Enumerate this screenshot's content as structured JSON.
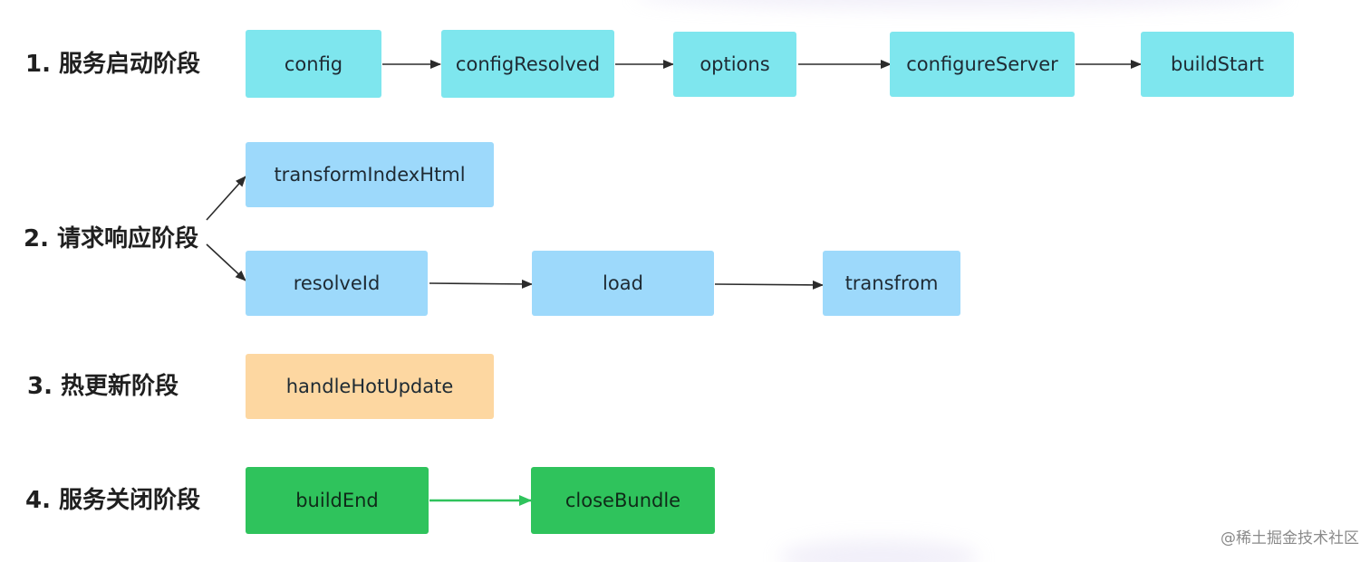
{
  "phases": {
    "startup": {
      "label": "1. 服务启动阶段",
      "nodes": [
        "config",
        "configResolved",
        "options",
        "configureServer",
        "buildStart"
      ]
    },
    "request": {
      "label": "2. 请求响应阶段",
      "nodes": [
        "transformIndexHtml",
        "resolveId",
        "load",
        "transfrom"
      ]
    },
    "hot_update": {
      "label": "3. 热更新阶段",
      "nodes": [
        "handleHotUpdate"
      ]
    },
    "shutdown": {
      "label": "4. 服务关闭阶段",
      "nodes": [
        "buildEnd",
        "closeBundle"
      ]
    }
  },
  "watermark": "@稀土掘金技术社区",
  "colors": {
    "startup": "#7ee6ee",
    "request": "#9dd9fb",
    "hot_update": "#fdd7a1",
    "shutdown": "#2fc35c",
    "arrow": "#2b2b2b",
    "shutdown_arrow": "#2fc35c"
  }
}
